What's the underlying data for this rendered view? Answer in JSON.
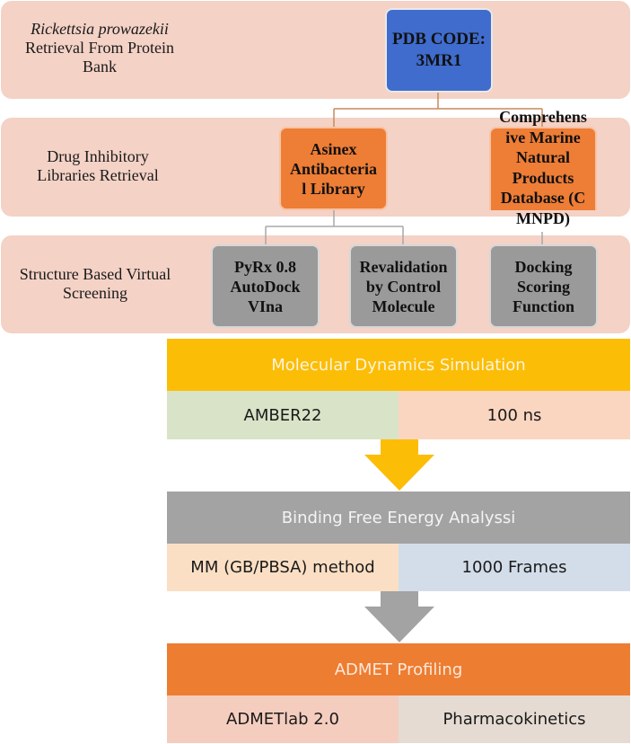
{
  "colors": {
    "band": "#f4d2c6",
    "pdb_box": "#3f6ccd",
    "library_box": "#ee7d36",
    "tool_box": "#9a9a9a",
    "md_header": "#fcbd06",
    "md_left": "#d9e3c7",
    "md_right": "#fad6c1",
    "md_arrow": "#fcbd06",
    "bfe_header": "#a3a3a3",
    "bfe_left": "#fbdfc4",
    "bfe_right": "#d3dde9",
    "bfe_arrow": "#a3a3a3",
    "admet_header": "#ed7d31",
    "admet_left": "#f5cdbf",
    "admet_right": "#e5dbd2"
  },
  "row1": {
    "label_italic": "Rickettsia prowazekii",
    "label_rest_line1": "Retrieval From Protein",
    "label_rest_line2": "Bank",
    "pdb_line1": "PDB CODE:",
    "pdb_line2": "3MR1"
  },
  "row2": {
    "label_line1": "Drug Inhibitory",
    "label_line2": "Libraries Retrieval",
    "asinex_line1": "Asinex",
    "asinex_line2": "Antibacteria",
    "asinex_line3": "l Library",
    "cmnpd_line1": "Comprehens",
    "cmnpd_line2": "ive Marine",
    "cmnpd_line3": "Natural",
    "cmnpd_line4": "Products",
    "cmnpd_line5": "Database (C",
    "cmnpd_line6": "MNPD)"
  },
  "row3": {
    "label_line1": "Structure Based Virtual",
    "label_line2": "Screening",
    "pyrx_line1": "PyRx 0.8",
    "pyrx_line2": "AutoDock",
    "pyrx_line3": "VIna",
    "reval_line1": "Revalidation",
    "reval_line2": "by Control",
    "reval_line3": "Molecule",
    "dock_line1": "Docking",
    "dock_line2": "Scoring",
    "dock_line3": "Function"
  },
  "md": {
    "title": "Molecular Dynamics Simulation",
    "left": "AMBER22",
    "right": "100 ns"
  },
  "bfe": {
    "title": "Binding Free Energy Analyssi",
    "left": "MM (GB/PBSA) method",
    "right": "1000 Frames"
  },
  "admet": {
    "title": "ADMET Profiling",
    "left": "ADMETlab 2.0",
    "right": "Pharmacokinetics"
  }
}
